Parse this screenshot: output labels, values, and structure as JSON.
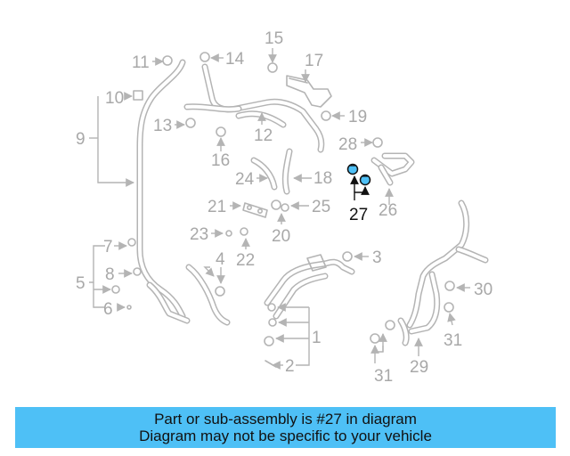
{
  "diagram": {
    "callouts": [
      "1",
      "2",
      "3",
      "4",
      "5",
      "6",
      "7",
      "8",
      "9",
      "10",
      "11",
      "12",
      "13",
      "14",
      "15",
      "16",
      "17",
      "18",
      "19",
      "20",
      "21",
      "22",
      "23",
      "24",
      "25",
      "26",
      "27",
      "28",
      "29",
      "30",
      "31"
    ],
    "highlighted_callout": "27",
    "colors": {
      "parts": "#b4b4b4",
      "labels": "#a8a8a8",
      "highlight_fill": "#4ec0f6",
      "highlight_text": "#111111"
    }
  },
  "banner": {
    "line1": "Part or sub-assembly is #27 in diagram",
    "line2": "Diagram may not be specific to your vehicle",
    "background": "#4ec0f6"
  }
}
